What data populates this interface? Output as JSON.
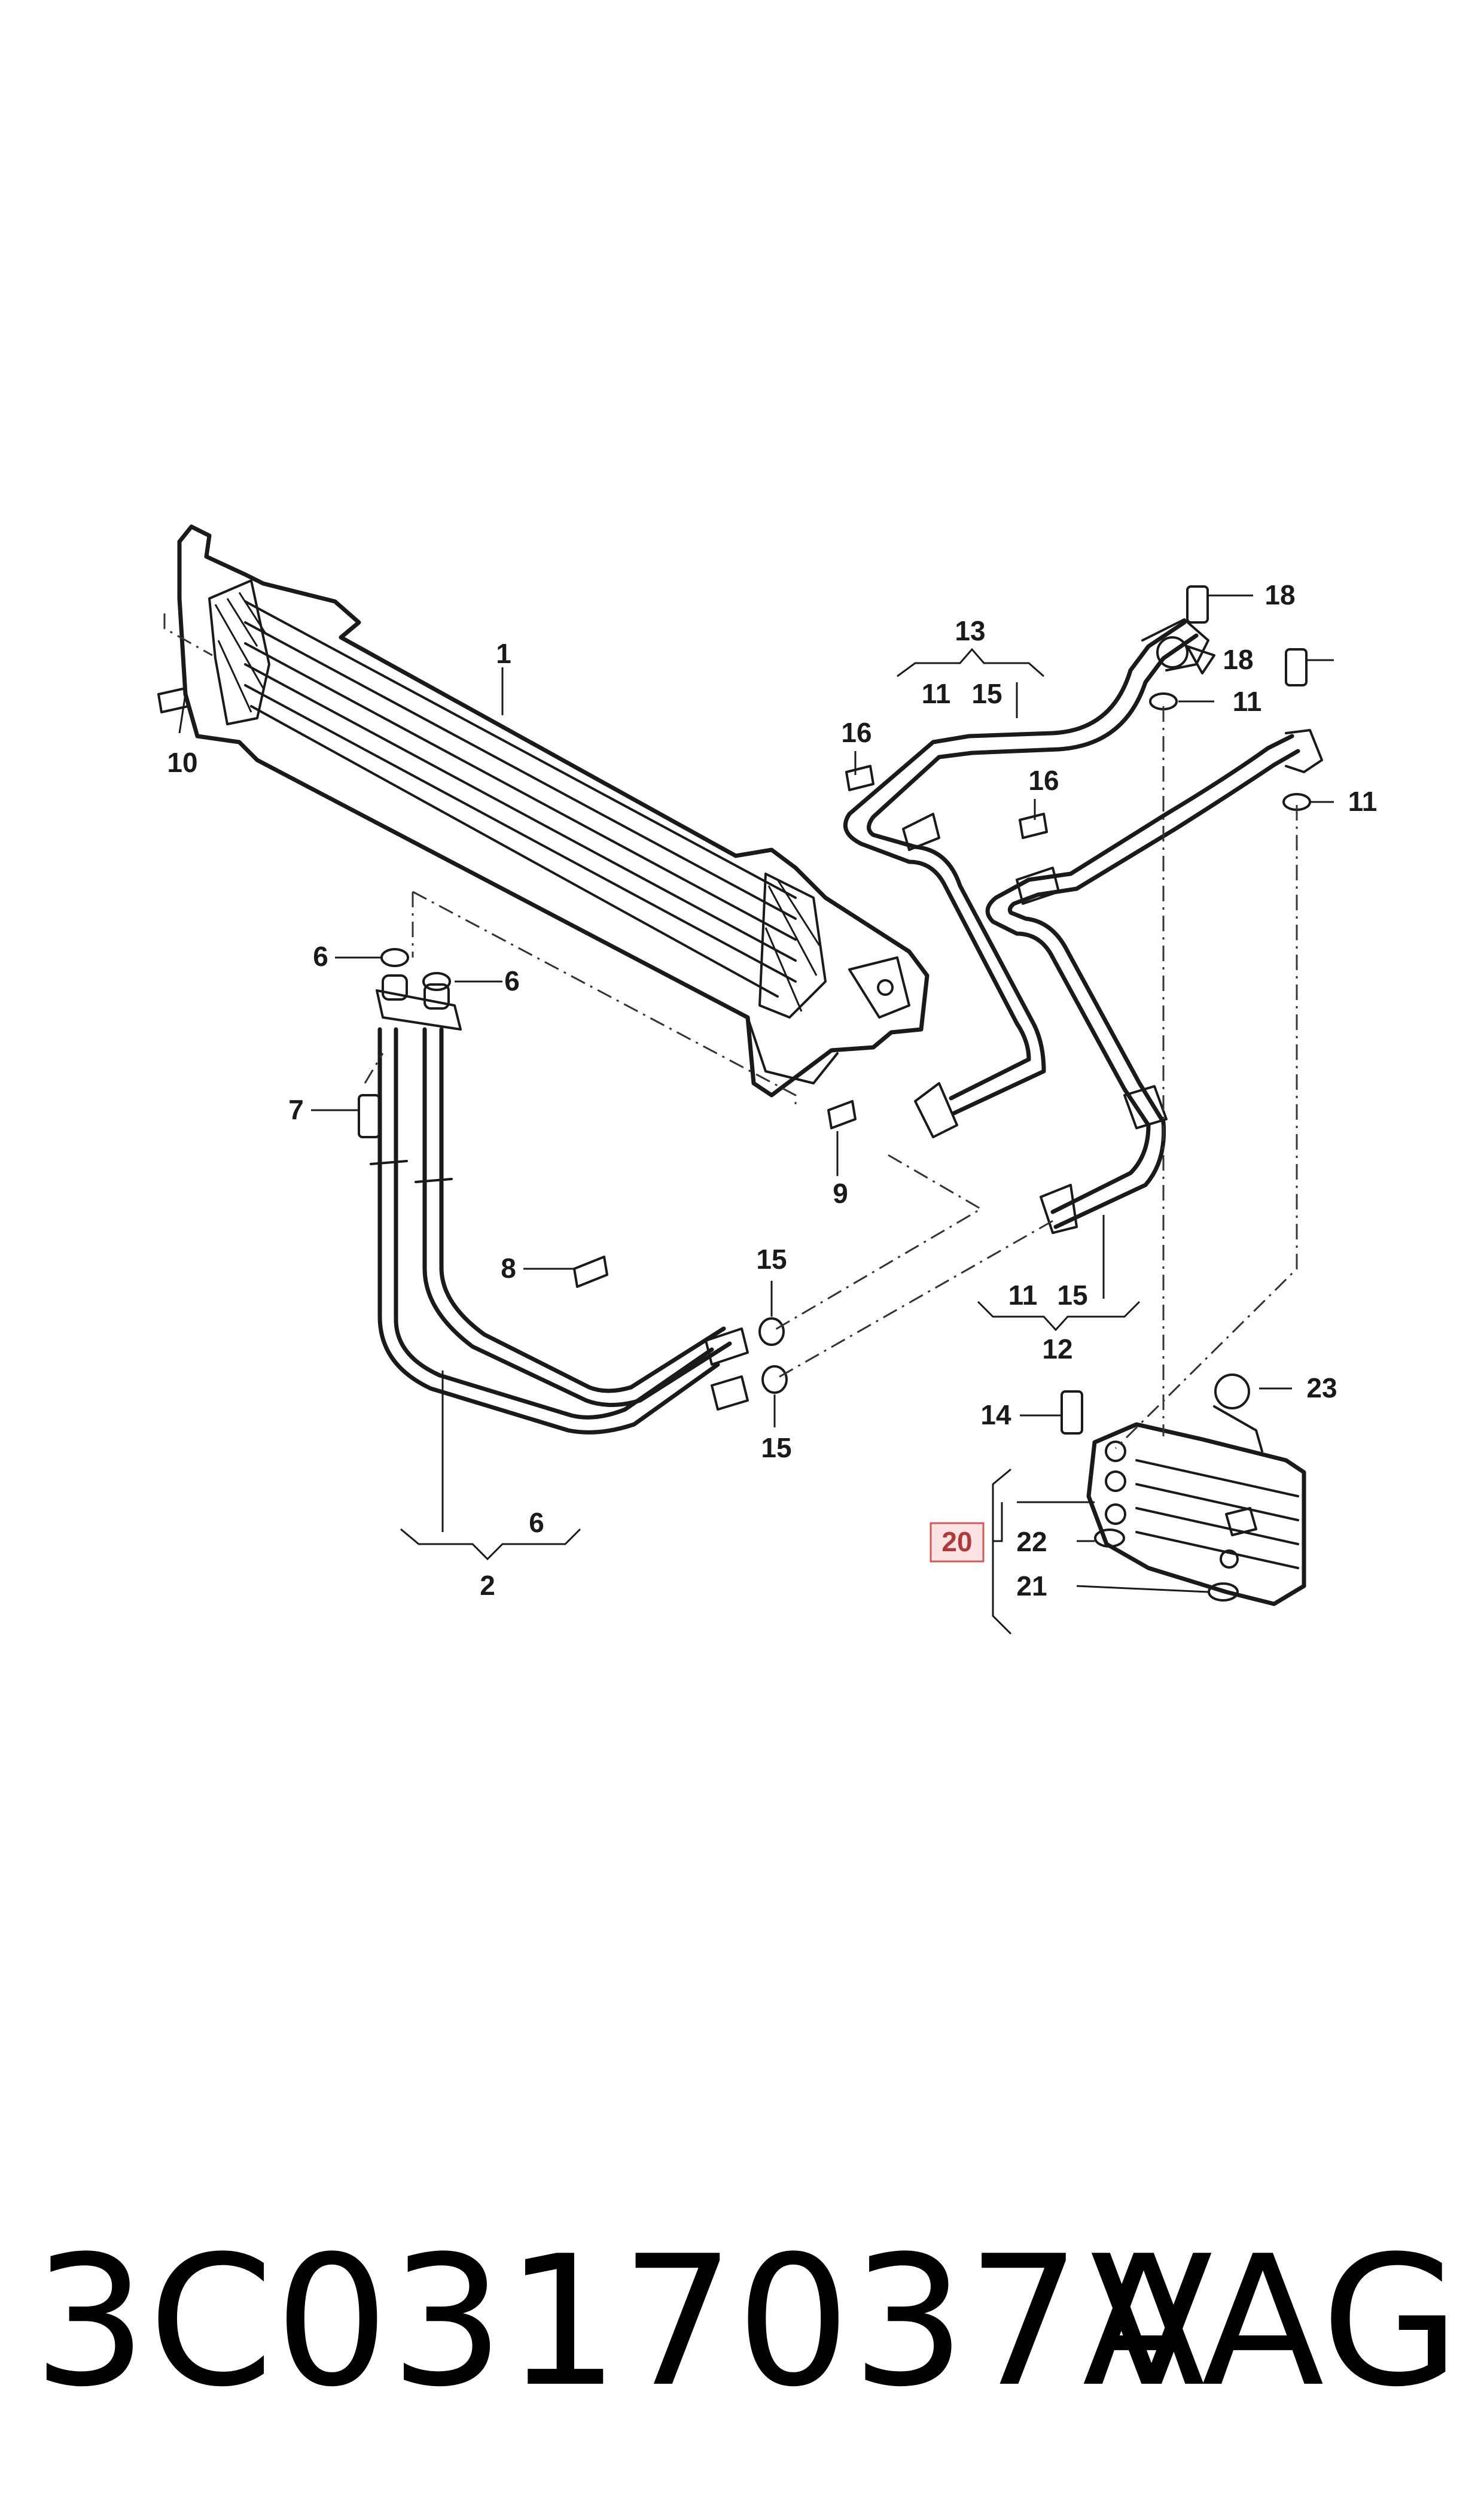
{
  "diagram": {
    "callouts": [
      {
        "id": "c1",
        "text": "1"
      },
      {
        "id": "c2",
        "text": "2"
      },
      {
        "id": "c6a",
        "text": "6"
      },
      {
        "id": "c6b",
        "text": "6"
      },
      {
        "id": "c6c",
        "text": "6"
      },
      {
        "id": "c7",
        "text": "7"
      },
      {
        "id": "c8",
        "text": "8"
      },
      {
        "id": "c9",
        "text": "9"
      },
      {
        "id": "c10",
        "text": "10"
      },
      {
        "id": "c11a",
        "text": "11"
      },
      {
        "id": "c11b",
        "text": "11"
      },
      {
        "id": "c11c",
        "text": "11"
      },
      {
        "id": "c11d",
        "text": "11"
      },
      {
        "id": "c12",
        "text": "12"
      },
      {
        "id": "c13",
        "text": "13"
      },
      {
        "id": "c14",
        "text": "14"
      },
      {
        "id": "c15a",
        "text": "15"
      },
      {
        "id": "c15b",
        "text": "15"
      },
      {
        "id": "c15c",
        "text": "15"
      },
      {
        "id": "c15d",
        "text": "15"
      },
      {
        "id": "c16a",
        "text": "16"
      },
      {
        "id": "c16b",
        "text": "16"
      },
      {
        "id": "c18a",
        "text": "18"
      },
      {
        "id": "c18b",
        "text": "18"
      },
      {
        "id": "c20",
        "text": "20"
      },
      {
        "id": "c21",
        "text": "21"
      },
      {
        "id": "c22",
        "text": "22"
      },
      {
        "id": "c23",
        "text": "23"
      }
    ],
    "highlighted_callout": "20",
    "highlight_color": "#d25a5a"
  },
  "footer": {
    "part_number": "3C0317037A",
    "brand": "VAG"
  }
}
